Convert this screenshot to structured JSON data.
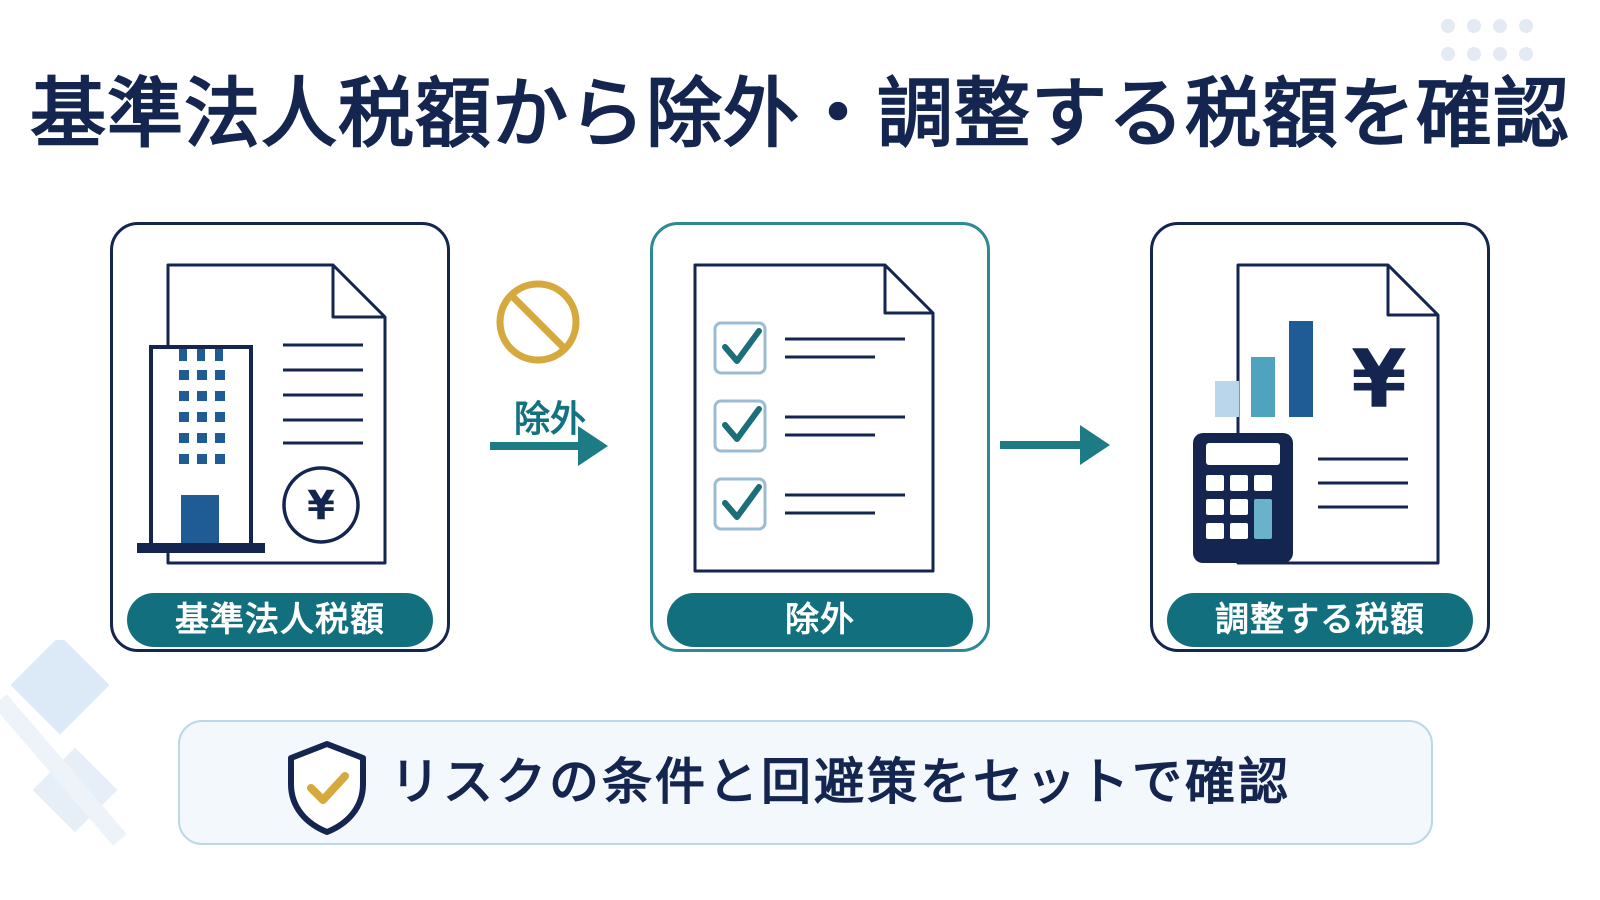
{
  "title": "基準法人税額から除外・調整する税額を確認",
  "cards": [
    {
      "label": "基準法人税額",
      "icon": "building-document-yen-icon"
    },
    {
      "label": "除外",
      "icon": "checklist-document-icon"
    },
    {
      "label": "調整する税額",
      "icon": "calculator-chart-yen-icon"
    }
  ],
  "arrow_label": "除外",
  "prohibited_icon": "prohibited-icon",
  "note": {
    "text": "リスクの条件と回避策をセットで確認",
    "icon": "shield-check-icon"
  },
  "colors": {
    "navy": "#14254f",
    "teal": "#126f7e",
    "arrow_teal": "#1d7b86",
    "gold": "#d6a93f",
    "light_blue": "#bcd7e8"
  }
}
